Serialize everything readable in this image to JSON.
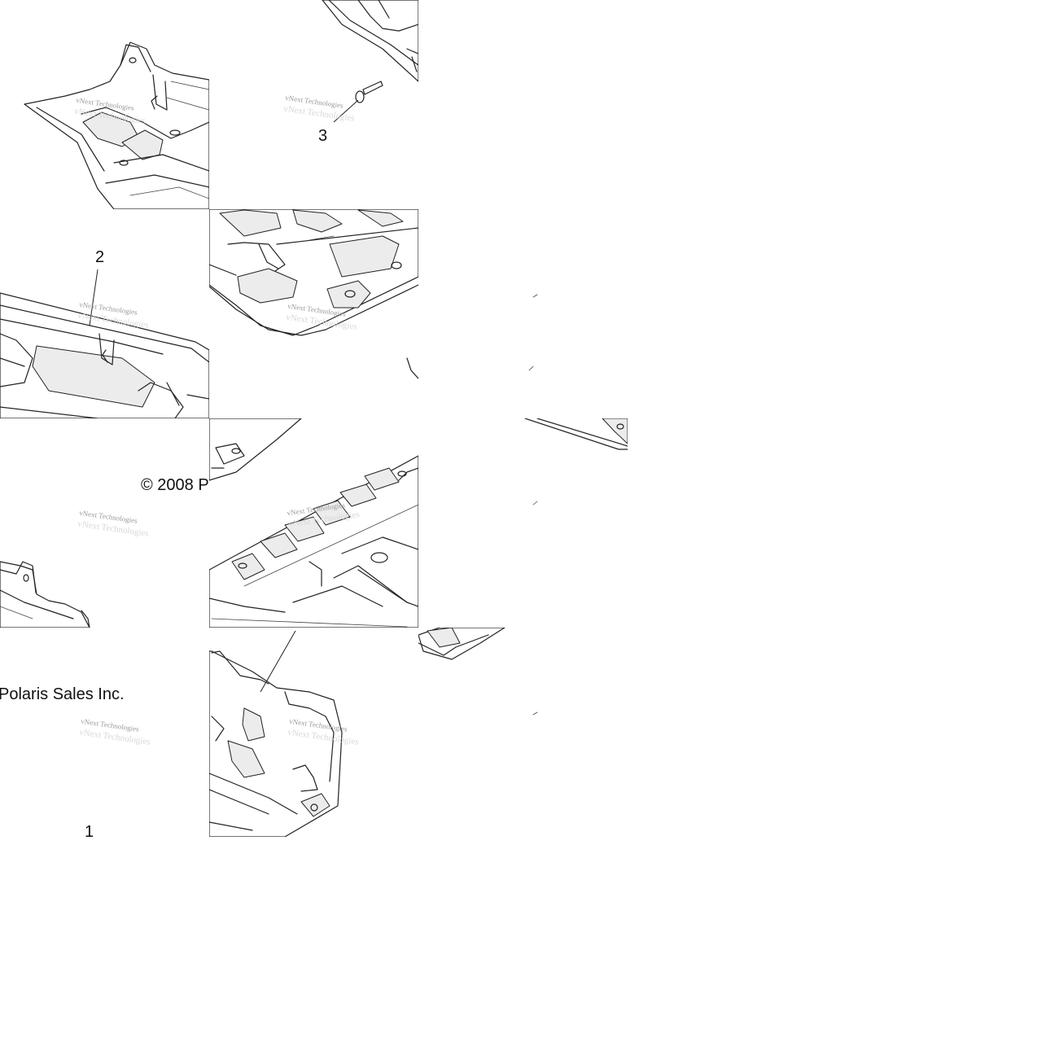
{
  "diagram": {
    "callouts": [
      {
        "id": "callout-1",
        "label": "1"
      },
      {
        "id": "callout-2",
        "label": "2"
      },
      {
        "id": "callout-3",
        "label": "3"
      }
    ],
    "copyright_part1": "© 2008 P",
    "copyright_part2": "Polaris Sales Inc.",
    "watermark_text": "vNext Technologies",
    "colors": {
      "background": "#ffffff",
      "line": "#222222",
      "watermark": "#9a9a9a"
    }
  }
}
